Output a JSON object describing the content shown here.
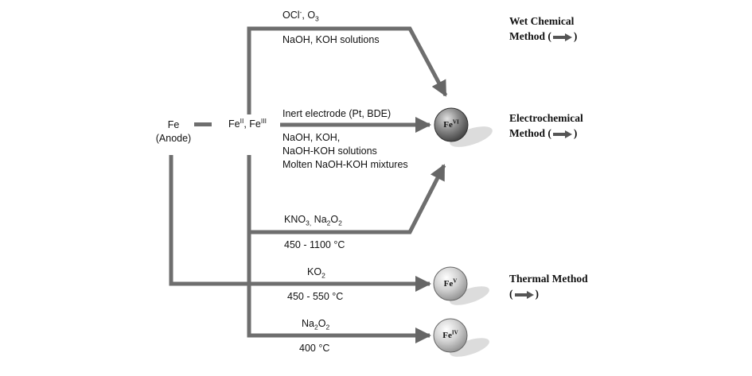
{
  "start": {
    "fe": "Fe",
    "anode": "(Anode)",
    "fe_ions_base": "Fe",
    "fe_ii_sup": "II",
    "fe_ions_sep": ", Fe",
    "fe_iii_sup": "III"
  },
  "wet": {
    "reagent_base": "OCl",
    "reagent_sup": "-",
    "reagent_tail": ", O",
    "reagent_sub": "3",
    "solutions": "NaOH, KOH solutions"
  },
  "electro": {
    "line1": "Inert electrode (Pt, BDE)",
    "line2": "NaOH, KOH,",
    "line3": "NaOH-KOH solutions",
    "line4": "Molten NaOH-KOH mixtures"
  },
  "nitrate": {
    "kno": "KNO",
    "kno_sub": "3,",
    "na": " Na",
    "na_sub": "2",
    "o": "O",
    "o_sub": "2",
    "temp": "450 - 1100 °C"
  },
  "ko2": {
    "ko": "KO",
    "ko_sub": "2",
    "temp": "450 - 550 °C"
  },
  "na2o2": {
    "na": "Na",
    "na_sub": "2",
    "o": "O",
    "o_sub": "2",
    "temp": "400 °C"
  },
  "products": {
    "fe": "Fe",
    "vi": "VI",
    "v": "V",
    "iv": "IV"
  },
  "methods": {
    "wet_line1": "Wet Chemical",
    "wet_line2_a": "Method (",
    "wet_line2_b": ")",
    "electro_line1": "Electrochemical",
    "electro_line2_a": "Method (",
    "electro_line2_b": ")",
    "thermal_line1": "Thermal Method",
    "thermal_line2_a": "(",
    "thermal_line2_b": ")"
  },
  "colors": {
    "arrow": "#6e6e6e",
    "ball_dark": "#5e5e5e",
    "ball_light": "#c8c8c8",
    "shadow": "#dcdcdc"
  },
  "icons": [
    "right-arrow-icon"
  ]
}
